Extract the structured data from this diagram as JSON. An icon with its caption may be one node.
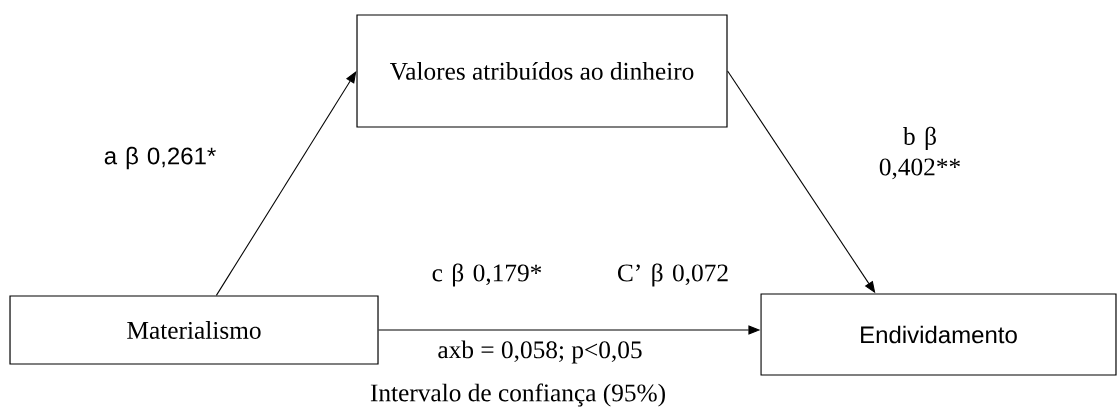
{
  "diagram": {
    "nodes": [
      {
        "text": [
          "Valores atribuídos ao dinheiro"
        ]
      },
      {
        "text": [
          "Materialismo"
        ]
      },
      {
        "text": [
          "Endividamento"
        ]
      }
    ],
    "edges": [
      {
        "from": 1,
        "to": 0,
        "arrow": "to"
      },
      {
        "from": 0,
        "to": 2,
        "arrow": "to"
      },
      {
        "from": 1,
        "to": 2,
        "arrow": "to",
        "label": "axb = 0,058; p<0,05"
      }
    ],
    "labels": [
      "a β 0,261*",
      "b β 0,402**",
      "c β 0,179*",
      "C’ β 0,072",
      "Intervalo de confiança (95%)"
    ]
  }
}
